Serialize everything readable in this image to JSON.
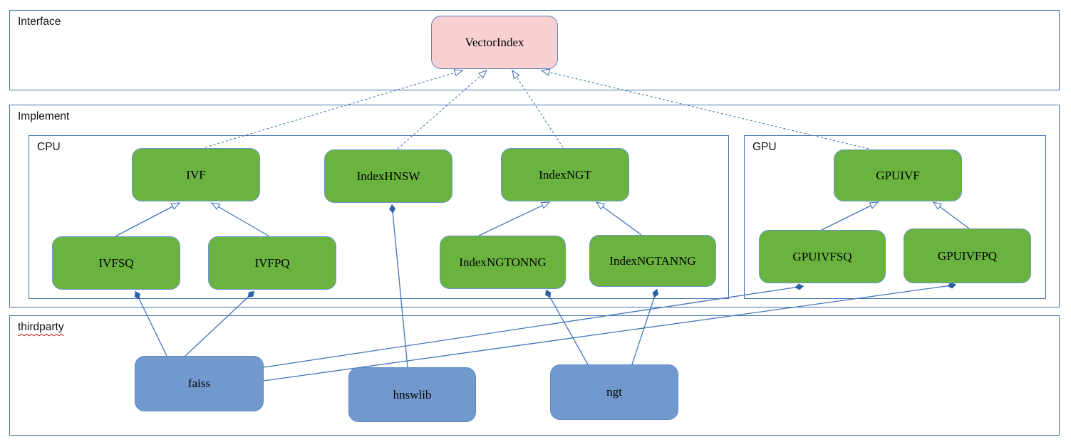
{
  "diagram": {
    "containers": {
      "interface": {
        "label": "Interface"
      },
      "implement": {
        "label": "Implement"
      },
      "cpu": {
        "label": "CPU"
      },
      "gpu": {
        "label": "GPU"
      },
      "thirdparty": {
        "label": "thirdparty",
        "spellcheck_underline": true
      }
    },
    "nodes": {
      "vectorindex": {
        "label": "VectorIndex",
        "kind": "interface"
      },
      "ivf": {
        "label": "IVF",
        "kind": "implementation"
      },
      "indexhnsw": {
        "label": "IndexHNSW",
        "kind": "implementation"
      },
      "indexngt": {
        "label": "IndexNGT",
        "kind": "implementation"
      },
      "ivfsq": {
        "label": "IVFSQ",
        "kind": "implementation"
      },
      "ivfpq": {
        "label": "IVFPQ",
        "kind": "implementation"
      },
      "indexngtonng": {
        "label": "IndexNGTONNG",
        "kind": "implementation"
      },
      "indexngtanng": {
        "label": "IndexNGTANNG",
        "kind": "implementation"
      },
      "gpuivf": {
        "label": "GPUIVF",
        "kind": "implementation"
      },
      "gpuivfsq": {
        "label": "GPUIVFSQ",
        "kind": "implementation"
      },
      "gpuivfpq": {
        "label": "GPUIVFPQ",
        "kind": "implementation"
      },
      "faiss": {
        "label": "faiss",
        "kind": "thirdparty"
      },
      "hnswlib": {
        "label": "hnswlib",
        "kind": "thirdparty"
      },
      "ngt": {
        "label": "ngt",
        "kind": "thirdparty"
      }
    },
    "edges": [
      {
        "from": "ivf",
        "to": "vectorindex",
        "type": "realization"
      },
      {
        "from": "indexhnsw",
        "to": "vectorindex",
        "type": "realization"
      },
      {
        "from": "indexngt",
        "to": "vectorindex",
        "type": "realization"
      },
      {
        "from": "gpuivf",
        "to": "vectorindex",
        "type": "realization"
      },
      {
        "from": "ivfsq",
        "to": "ivf",
        "type": "generalization"
      },
      {
        "from": "ivfpq",
        "to": "ivf",
        "type": "generalization"
      },
      {
        "from": "indexngtonng",
        "to": "indexngt",
        "type": "generalization"
      },
      {
        "from": "indexngtanng",
        "to": "indexngt",
        "type": "generalization"
      },
      {
        "from": "gpuivfsq",
        "to": "gpuivf",
        "type": "generalization"
      },
      {
        "from": "gpuivfpq",
        "to": "gpuivf",
        "type": "generalization"
      },
      {
        "from": "faiss",
        "to": "ivfsq",
        "type": "composition"
      },
      {
        "from": "faiss",
        "to": "ivfpq",
        "type": "composition"
      },
      {
        "from": "faiss",
        "to": "gpuivfsq",
        "type": "composition"
      },
      {
        "from": "faiss",
        "to": "gpuivfpq",
        "type": "composition"
      },
      {
        "from": "hnswlib",
        "to": "indexhnsw",
        "type": "composition"
      },
      {
        "from": "ngt",
        "to": "indexngtonng",
        "type": "composition"
      },
      {
        "from": "ngt",
        "to": "indexngtanng",
        "type": "composition"
      }
    ],
    "colors": {
      "interface_fill": "#f8d0d1",
      "implementation_fill": "#6ab33f",
      "thirdparty_fill": "#7199ce",
      "connector": "#4374b9",
      "composition_diamond": "#2e62a5",
      "container_border": "#3f72ad",
      "spellcheck_underline": "#cc1111"
    }
  }
}
